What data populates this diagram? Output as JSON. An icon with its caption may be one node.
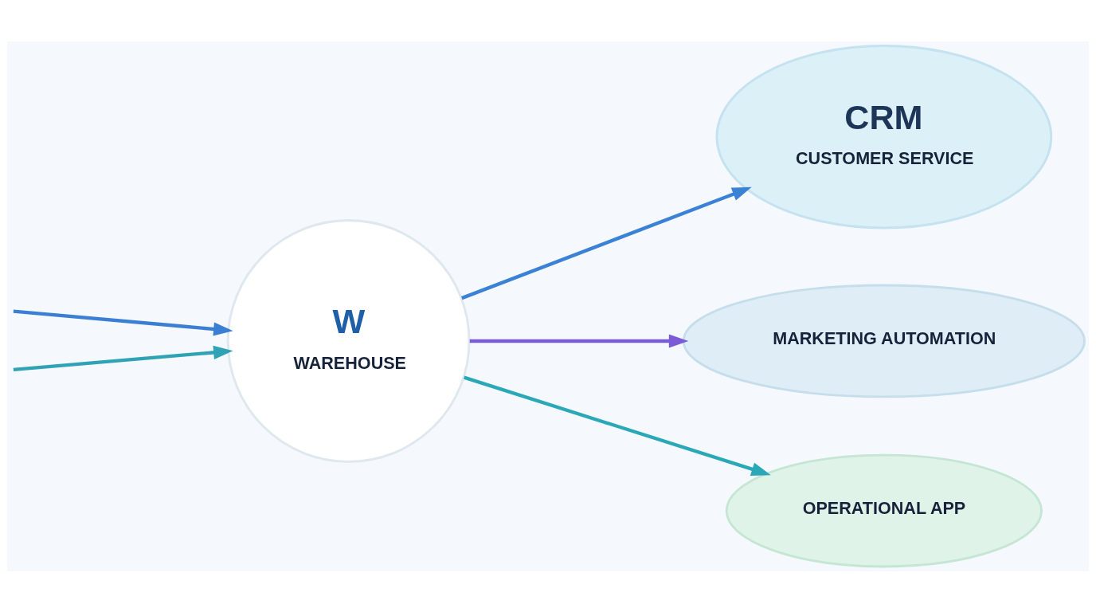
{
  "diagram": {
    "nodes": [
      {
        "text": [
          "W",
          "WAREHOUSE"
        ]
      },
      {
        "text": [
          "CRM",
          "CUSTOMER SERVICE"
        ]
      },
      {
        "text": [
          "MARKETING AUTOMATION"
        ]
      },
      {
        "text": [
          "OPERATIONAL APP"
        ]
      }
    ],
    "edges": [
      {
        "from": null,
        "to": 0,
        "arrow": "to",
        "color": "#3b7fd4"
      },
      {
        "from": null,
        "to": 0,
        "arrow": "to",
        "color": "#2fa3b5"
      },
      {
        "from": 0,
        "to": 1,
        "arrow": "to",
        "color": "#3b82d6"
      },
      {
        "from": 0,
        "to": 2,
        "arrow": "to",
        "color": "#7c5cd6"
      },
      {
        "from": 0,
        "to": 3,
        "arrow": "to",
        "color": "#2aa8b8"
      }
    ]
  }
}
